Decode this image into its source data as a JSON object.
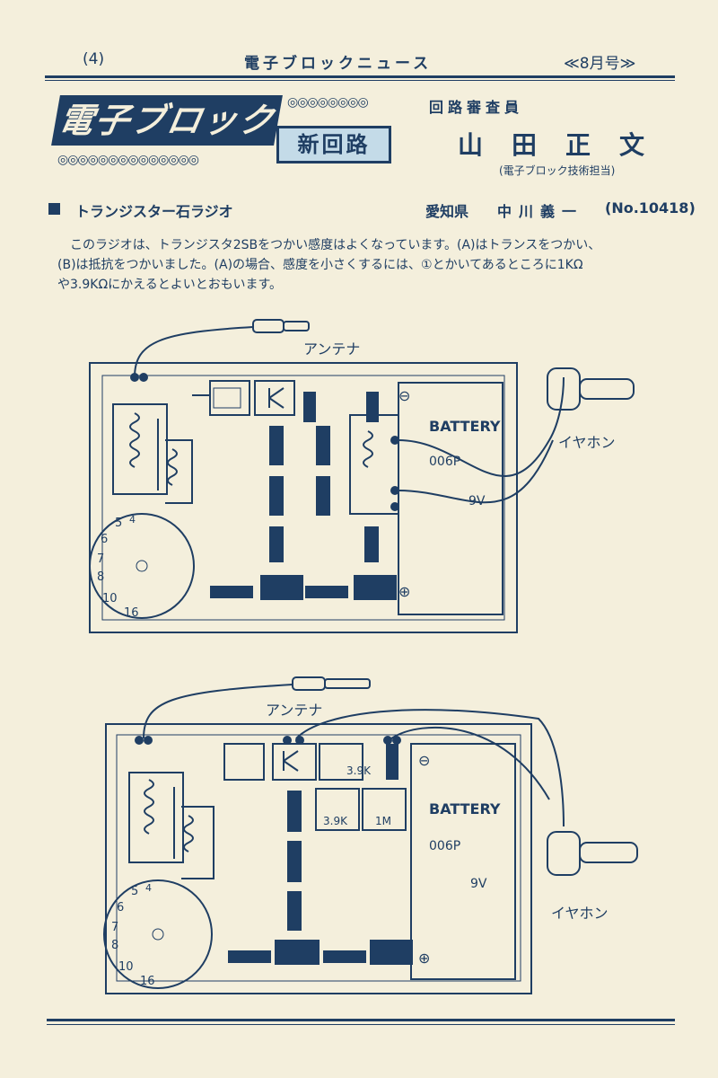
{
  "header": {
    "page": "(4)",
    "title": "電子ブロックニュース",
    "issue": "≪8月号≫"
  },
  "logo": {
    "main": "電子ブロック",
    "sub": "新回路"
  },
  "reviewer": {
    "role": "回路審査員",
    "name": "山田正文",
    "note": "(電子ブロック技術担当)"
  },
  "article": {
    "title": "トランジスター石ラジオ",
    "prefecture": "愛知県",
    "author": "中川義一",
    "number": "(No.10418)"
  },
  "body_text": [
    "このラジオは、トランジスタ2SBをつかい感度はよくなっています。(A)はトランスをつかい、",
    "(B)は抵抗をつかいました。(A)の場合、感度を小さくするには、①とかいてあるところに1KΩ",
    "や3.9KΩにかえるとよいとおもいます。"
  ],
  "diagram_a": {
    "antenna_label": "アンテナ",
    "earphone_label": "イヤホン",
    "battery_label": "BATTERY",
    "battery_model": "006P",
    "battery_voltage": "9V",
    "minus": "⊖",
    "plus": "⊕",
    "dial_numbers": [
      "16",
      "10",
      "8",
      "7",
      "6",
      "5",
      "4"
    ]
  },
  "diagram_b": {
    "antenna_label": "アンテナ",
    "earphone_label": "イヤホン",
    "battery_label": "BATTERY",
    "battery_model": "006P",
    "battery_voltage": "9V",
    "minus": "⊖",
    "plus": "⊕",
    "resistor_1": "3.9K",
    "resistor_2": "3.9K",
    "resistor_3": "1M",
    "dial_numbers": [
      "16",
      "10",
      "8",
      "7",
      "6",
      "5",
      "4"
    ]
  },
  "colors": {
    "ink": "#1f3e63",
    "paper": "#f4efdc",
    "highlight": "#c4dbe8"
  }
}
